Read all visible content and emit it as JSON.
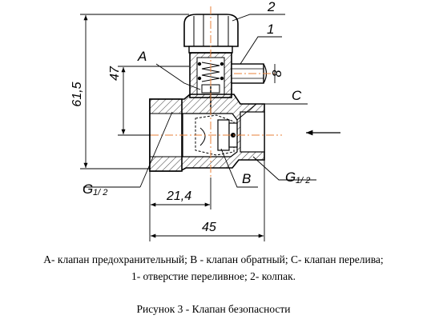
{
  "drawing": {
    "labels": {
      "callout_2": "2",
      "callout_1": "1",
      "callout_A": "A",
      "callout_C": "C",
      "callout_B": "B",
      "thread_left_main": "G",
      "thread_left_sub": "1/ 2",
      "thread_right_main": "G",
      "thread_right_sub": "1/ 2"
    },
    "dimensions": {
      "overall_height": "61,5",
      "upper_height": "47",
      "offset_width": "21,4",
      "overall_width": "45",
      "outlet_size": "8"
    }
  },
  "legend": {
    "line1": "A- клапан предохранительный; B - клапан обратный; C- клапан перелива;",
    "line2": "1- отверстие переливное; 2- колпак."
  },
  "caption": "Рисунок 3 - Клапан безопасности"
}
